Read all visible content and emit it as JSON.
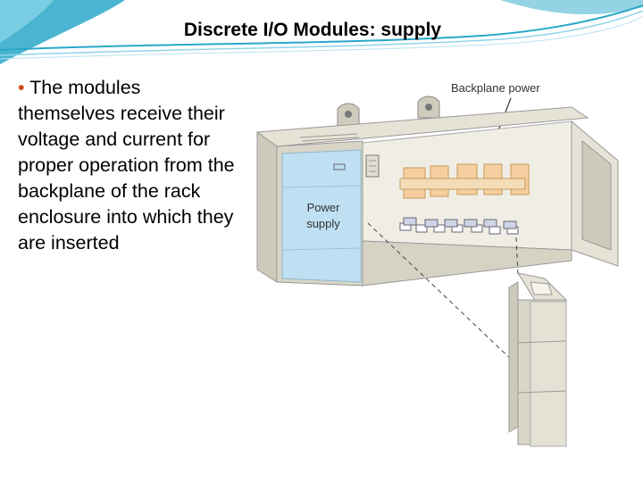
{
  "slide": {
    "title": "Discrete I/O Modules: supply",
    "bullet_marker": "•",
    "body_text": "The modules themselves receive their voltage and current for proper operation from the backplane of the rack enclosure into which they are inserted"
  },
  "figure": {
    "callout_label": "Backplane power",
    "power_supply_label_line1": "Power",
    "power_supply_label_line2": "supply"
  },
  "colors": {
    "accent_teal": "#2aa7c9",
    "bullet_orange": "#d14a1a",
    "rack_grey": "#d9d6c8",
    "power_supply_blue": "#bfe0f2",
    "backplane_orange": "#f5cfa0"
  }
}
